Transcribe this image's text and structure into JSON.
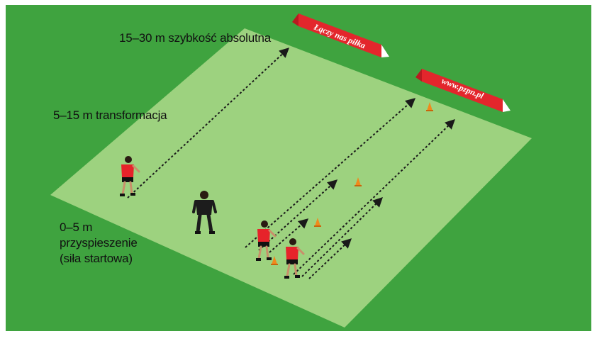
{
  "labels": {
    "zone_top": "15–30 m szybkość absolutna",
    "zone_mid": "5–15 m transformacja",
    "zone_low_line1": "0–5 m",
    "zone_low_line2": "przyspieszenie",
    "zone_low_line3": "(siła startowa)"
  },
  "banners": {
    "left": "Łączy nas piłka",
    "right": "www.pzpn.pl"
  },
  "colors": {
    "grass": "#3fa33f",
    "pitch": "#9dd27f",
    "banner": "#e3262c",
    "cone": "#f08a1c",
    "player_kit": "#e6232a",
    "coach_kit": "#1c1c1c"
  },
  "icons": {
    "player": "player-icon",
    "coach": "coach-icon",
    "cone": "cone-icon",
    "arrow": "dashed-arrow-icon"
  }
}
